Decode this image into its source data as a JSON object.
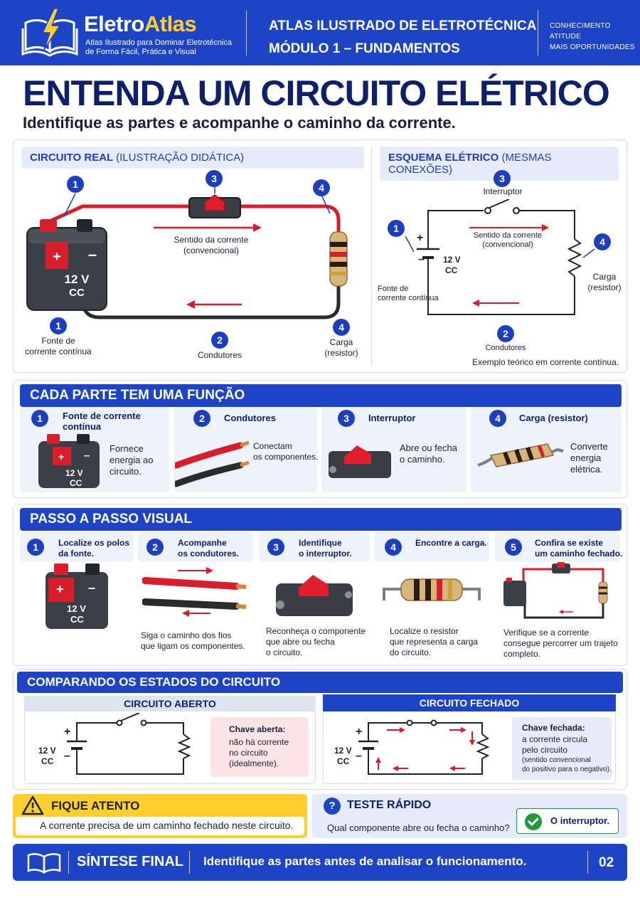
{
  "header": {
    "brand_prefix": "Eletro",
    "brand_accent": "Atlas",
    "brand_subtitle": "Atlas Ilustrado para Dominar Eletrotécnica de Forma Fácil, Prática e Visual",
    "atlas_title": "ATLAS ILUSTRADO DE ELETROTÉCNICA",
    "module_title": "MÓDULO 1 – FUNDAMENTOS",
    "tagline": [
      "CONHECIMENTO",
      "ATITUDE",
      "MAIS OPORTUNIDADES"
    ]
  },
  "title": "ENTENDA UM CIRCUITO ELÉTRICO",
  "subtitle": "Identifique as partes e acompanhe o caminho da corrente.",
  "real_circuit": {
    "tab_bold": "CIRCUITO REAL",
    "tab_light": "(ILUSTRAÇÃO DIDÁTICA)",
    "battery_voltage": "12 V",
    "battery_type": "CC",
    "plus": "+",
    "minus": "–",
    "current_label": "Sentido da corrente\n(convencional)",
    "source_label": "Fonte de\ncorrente contínua",
    "conductors_label": "Condutores",
    "load_label": "Carga\n(resistor)",
    "numbers": [
      "1",
      "2",
      "3",
      "4"
    ]
  },
  "schematic": {
    "tab_bold": "ESQUEMA ELÉTRICO",
    "tab_light": "(MESMAS CONEXÕES)",
    "switch_label": "Interruptor",
    "current_label": "Sentido da corrente\n(convencional)",
    "voltage": "12 V",
    "type": "CC",
    "source_label": "Fonte de\ncorrente contínua",
    "load_label": "Carga\n(resistor)",
    "conductors_label": "Condutores",
    "note": "Exemplo teórico em corrente contínua."
  },
  "parts": {
    "heading": "CADA PARTE TEM UMA FUNÇÃO",
    "items": [
      {
        "num": "1",
        "title": "Fonte de corrente\ncontínua",
        "desc": "Fornece\nenergia ao\ncircuito."
      },
      {
        "num": "2",
        "title": "Condutores",
        "desc": "Conectam\nos componentes."
      },
      {
        "num": "3",
        "title": "Interruptor",
        "desc": "Abre ou fecha\no caminho."
      },
      {
        "num": "4",
        "title": "Carga (resistor)",
        "desc": "Converte\nenergia\nelétrica."
      }
    ]
  },
  "steps": {
    "heading": "PASSO A PASSO VISUAL",
    "items": [
      {
        "num": "1",
        "title": "Localize os polos\nda fonte.",
        "desc": ""
      },
      {
        "num": "2",
        "title": "Acompanhe\nos condutores.",
        "desc": "Siga o caminho dos fios\nque ligam os componentes."
      },
      {
        "num": "3",
        "title": "Identifique\no interruptor.",
        "desc": "Reconheça o componente\nque abre ou fecha\no circuito."
      },
      {
        "num": "4",
        "title": "Encontre a carga.",
        "desc": "Localize o resistor\nque representa a carga\ndo circuito."
      },
      {
        "num": "5",
        "title": "Confira se existe\num caminho fechado.",
        "desc": "Verifique se a corrente\nconsegue percorrer um trajeto\ncompleto."
      }
    ]
  },
  "compare": {
    "heading": "COMPARANDO OS ESTADOS DO CIRCUITO",
    "open": {
      "title": "CIRCUITO ABERTO",
      "voltage": "12 V",
      "type": "CC",
      "note_title": "Chave aberta:",
      "note_body": "não há corrente\nno circuito\n(idealmente)."
    },
    "closed": {
      "title": "CIRCUITO FECHADO",
      "voltage": "12 V",
      "type": "CC",
      "note_title": "Chave fechada:",
      "note_body": "a corrente circula\npelo circuito",
      "note_small": "(sentido convencional\ndo positivo para o negativo)."
    }
  },
  "attention": {
    "title": "FIQUE ATENTO",
    "text": "A corrente precisa de um caminho fechado neste circuito."
  },
  "quiz": {
    "title": "TESTE RÁPIDO",
    "question": "Qual componente abre ou fecha o caminho?",
    "answer": "O interruptor."
  },
  "footer": {
    "label": "SÍNTESE FINAL",
    "text": "Identifique as partes antes de analisar o funcionamento.",
    "page": "02"
  },
  "colors": {
    "brand_blue": "#1e44c6",
    "navy": "#0e1f6b",
    "current_red": "#e0192a",
    "warning_yellow": "#ffcf2e",
    "success_green": "#1e9a3a"
  }
}
